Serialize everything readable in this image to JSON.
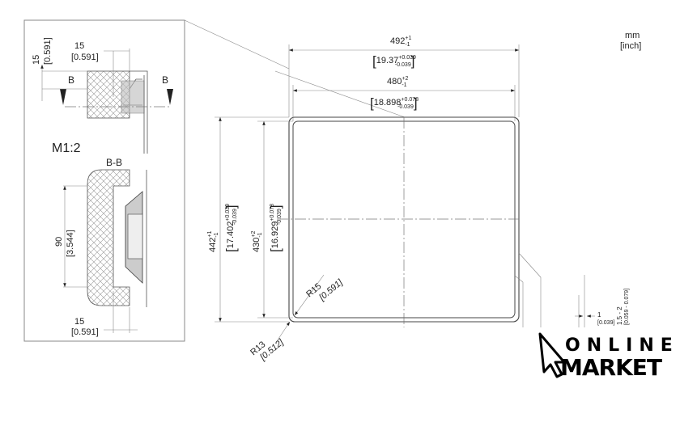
{
  "units": {
    "mm": "mm",
    "inch": "[inch]"
  },
  "detail_panel": {
    "scale_label": "M1:2",
    "section_label": "B-B",
    "section_marker_left": "B",
    "section_marker_right": "B",
    "top_vertical": {
      "mm": "15",
      "inch": "[0.591]"
    },
    "top_horizontal": {
      "mm": "15",
      "inch": "[0.591]"
    },
    "section_height": {
      "mm": "90",
      "inch": "[3.544]"
    },
    "bottom_horizontal": {
      "mm": "15",
      "inch": "[0.591]"
    }
  },
  "main_view": {
    "outer_width": {
      "mm": "492",
      "plus": "+1",
      "minus": "-1",
      "inch": "19.37",
      "inch_plus": "+0.039",
      "inch_minus": "-0.039"
    },
    "inner_width": {
      "mm": "480",
      "plus": "+2",
      "minus": "-1",
      "inch": "18.898",
      "inch_plus": "+0.078",
      "inch_minus": "-0.039"
    },
    "outer_height": {
      "mm": "442",
      "plus": "+1",
      "minus": "-1",
      "inch": "17.402",
      "inch_plus": "+0.039",
      "inch_minus": "-0.039"
    },
    "inner_height": {
      "mm": "430",
      "plus": "+2",
      "minus": "-1",
      "inch": "16.929",
      "inch_plus": "+0.078",
      "inch_minus": "-0.039"
    },
    "inner_radius": {
      "mm": "R15",
      "inch": "[0.591]"
    },
    "outer_radius": {
      "mm": "R13",
      "inch": "[0.512]"
    },
    "gap": {
      "mm": "1",
      "inch": "[0.039]"
    },
    "thickness": {
      "mm": "1.5 - 2",
      "inch": "[0.059 - 0.079]"
    }
  },
  "watermark": {
    "line1": "ONLINE",
    "line2": "MARKET"
  }
}
